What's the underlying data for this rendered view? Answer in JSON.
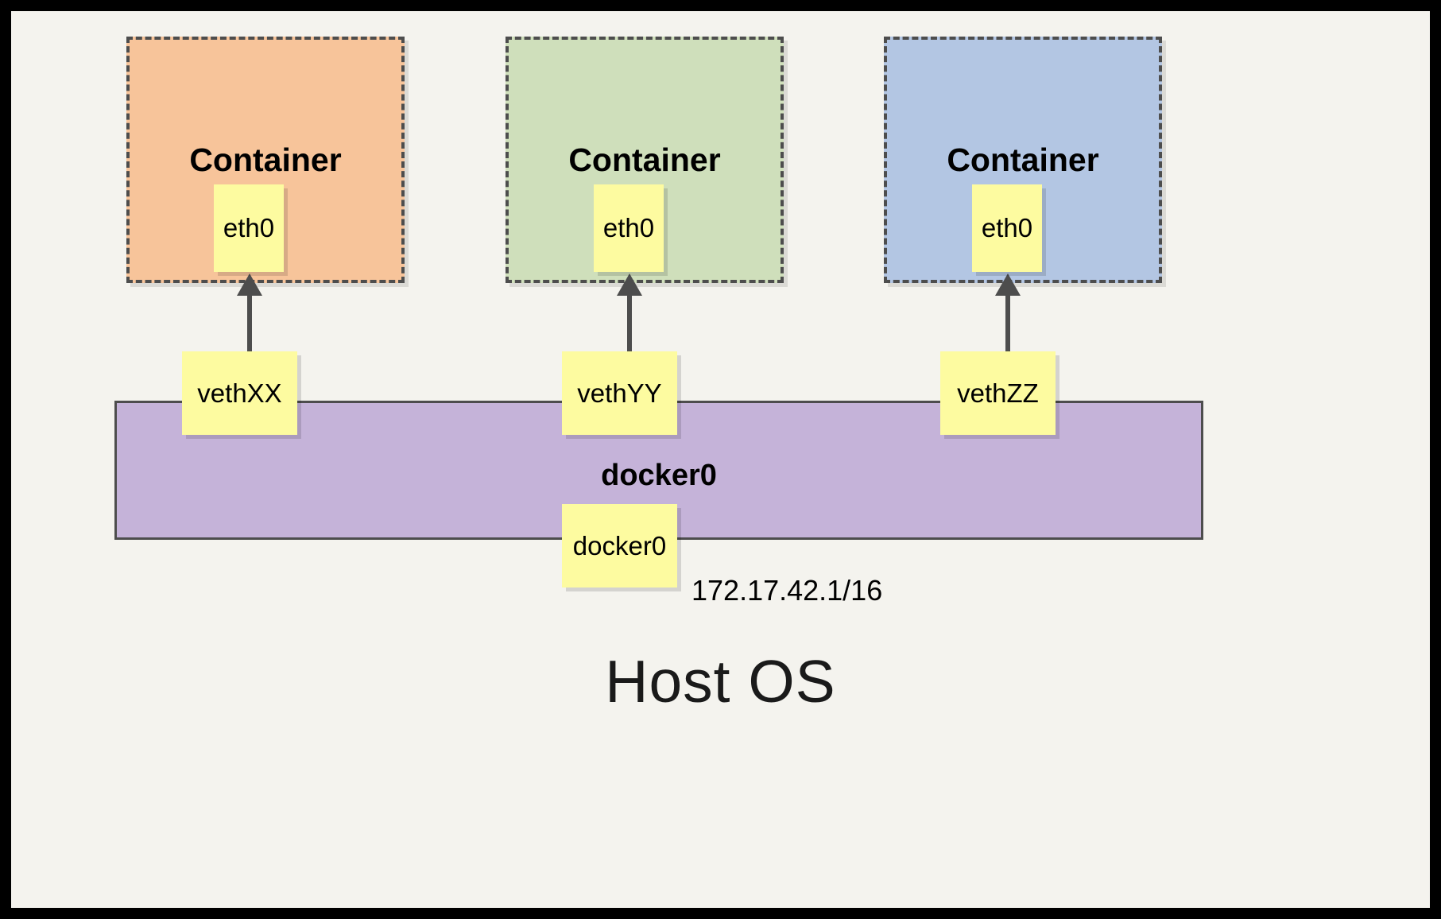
{
  "diagram": {
    "title_text": "Host OS",
    "background_color": "#f4f3ee",
    "frame_color": "#000000",
    "containers": [
      {
        "label": "Container",
        "interface_label": "eth0",
        "fill_color": "#f7c49a",
        "border_color": "#4d4d4d"
      },
      {
        "label": "Container",
        "interface_label": "eth0",
        "fill_color": "#cfdfbb",
        "border_color": "#4d4d4d"
      },
      {
        "label": "Container",
        "interface_label": "eth0",
        "fill_color": "#b3c6e3",
        "border_color": "#4d4d4d"
      }
    ],
    "veth_pairs": [
      {
        "label": "vethXX"
      },
      {
        "label": "vethYY"
      },
      {
        "label": "vethZZ"
      }
    ],
    "bridge": {
      "label": "docker0",
      "interface_label": "docker0",
      "ip_address": "172.17.42.1/16",
      "fill_color": "#c5b3d9",
      "border_color": "#4d4d4d"
    },
    "interface_box_color": "#fdfba0",
    "arrow_color": "#4d4d4d"
  }
}
